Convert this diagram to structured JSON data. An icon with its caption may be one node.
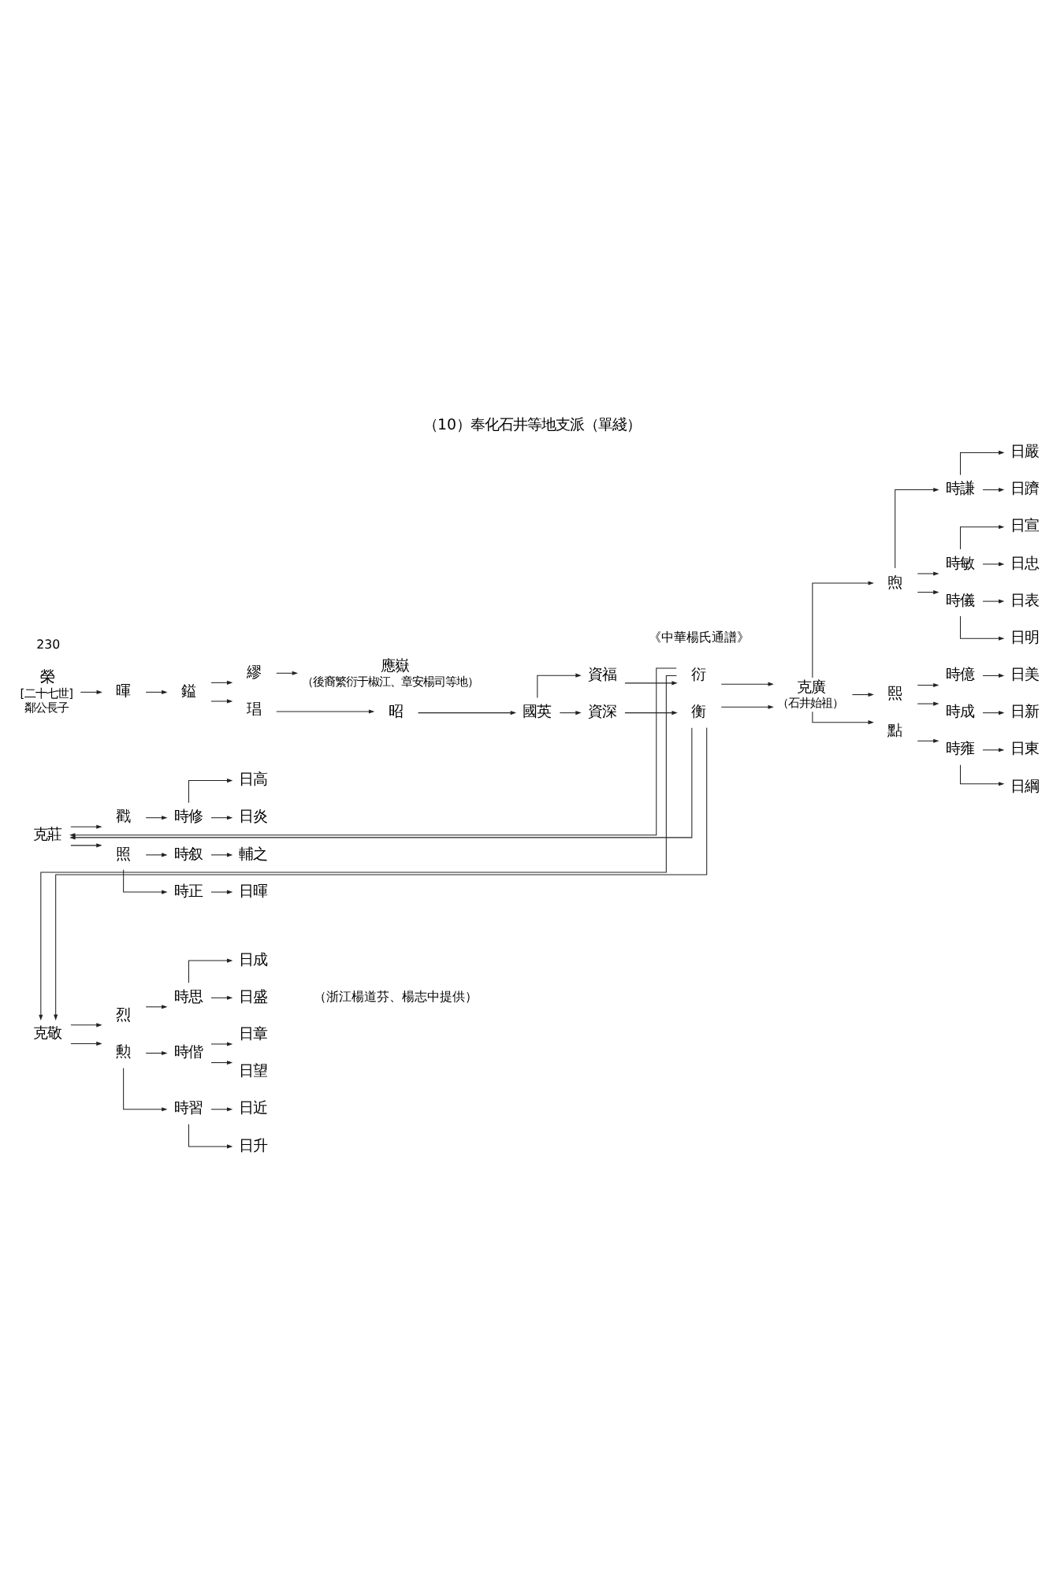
{
  "diagram": {
    "title": "（10）奉化石井等地支派（單綫）",
    "nodes": [
      {
        "text": [
          "榮"
        ],
        "beside": [
          "[二十七世]",
          "鄰公長子"
        ]
      },
      {
        "text": [
          "暉"
        ]
      },
      {
        "text": [
          "鎰"
        ]
      },
      {
        "text": [
          "繆"
        ]
      },
      {
        "text": [
          "應嶽"
        ],
        "beside": [
          "（後裔繁衍于椒江、章安楊司等地）"
        ]
      },
      {
        "text": [
          "琩"
        ]
      },
      {
        "text": [
          "昭"
        ]
      },
      {
        "text": [
          "國英"
        ]
      },
      {
        "text": [
          "資福"
        ]
      },
      {
        "text": [
          "衍"
        ]
      },
      {
        "text": [
          "資深"
        ]
      },
      {
        "text": [
          "衡"
        ]
      },
      {
        "text": [
          "克廣"
        ],
        "beside": [
          "（石井始祖）"
        ]
      },
      {
        "text": [
          "煦"
        ]
      },
      {
        "text": [
          "時謙"
        ]
      },
      {
        "text": [
          "日嚴"
        ]
      },
      {
        "text": [
          "日躋"
        ]
      },
      {
        "text": [
          "時敏"
        ]
      },
      {
        "text": [
          "日宣"
        ]
      },
      {
        "text": [
          "日忠"
        ]
      },
      {
        "text": [
          "時儀"
        ]
      },
      {
        "text": [
          "日表"
        ]
      },
      {
        "text": [
          "日明"
        ]
      },
      {
        "text": [
          "熙"
        ]
      },
      {
        "text": [
          "時億"
        ]
      },
      {
        "text": [
          "日美"
        ]
      },
      {
        "text": [
          "時成"
        ]
      },
      {
        "text": [
          "日新"
        ]
      },
      {
        "text": [
          "點"
        ]
      },
      {
        "text": [
          "時雍"
        ]
      },
      {
        "text": [
          "日東"
        ]
      },
      {
        "text": [
          "日綱"
        ]
      },
      {
        "text": [
          "克莊"
        ]
      },
      {
        "text": [
          "照"
        ]
      },
      {
        "text": [
          "時叙"
        ]
      },
      {
        "text": [
          "輔之"
        ]
      },
      {
        "text": [
          "時正"
        ]
      },
      {
        "text": [
          "日暉"
        ]
      },
      {
        "text": [
          "戳"
        ]
      },
      {
        "text": [
          "時修"
        ]
      },
      {
        "text": [
          "日高"
        ]
      },
      {
        "text": [
          "日炎"
        ]
      },
      {
        "text": [
          "克敬"
        ]
      },
      {
        "text": [
          "勲"
        ]
      },
      {
        "text": [
          "時偕"
        ]
      },
      {
        "text": [
          "日章"
        ]
      },
      {
        "text": [
          "日望"
        ]
      },
      {
        "text": [
          "時習"
        ]
      },
      {
        "text": [
          "日近"
        ]
      },
      {
        "text": [
          "日升"
        ]
      },
      {
        "text": [
          "烈"
        ]
      },
      {
        "text": [
          "時思"
        ]
      },
      {
        "text": [
          "日成"
        ]
      },
      {
        "text": [
          "日盛"
        ]
      }
    ],
    "edges": [
      {
        "from": 0,
        "to": 1,
        "arrow": "to"
      },
      {
        "from": 1,
        "to": 2,
        "arrow": "to"
      },
      {
        "from": 2,
        "to": 3,
        "arrow": "to"
      },
      {
        "from": 3,
        "to": 4,
        "arrow": "to"
      },
      {
        "from": 2,
        "to": 5,
        "arrow": "to"
      },
      {
        "from": 5,
        "to": 6,
        "arrow": "to"
      },
      {
        "from": 6,
        "to": 7,
        "arrow": "to"
      },
      {
        "from": 7,
        "to": 8,
        "arrow": "to"
      },
      {
        "from": 8,
        "to": 9,
        "arrow": "to"
      },
      {
        "from": 7,
        "to": 10,
        "arrow": "to"
      },
      {
        "from": 10,
        "to": 11,
        "arrow": "to"
      },
      {
        "from": 9,
        "to": 12,
        "arrow": "to"
      },
      {
        "from": 11,
        "to": 12,
        "arrow": "to"
      },
      {
        "from": 9,
        "to": 32,
        "arrow": "to"
      },
      {
        "from": 11,
        "to": 32,
        "arrow": "to"
      },
      {
        "from": 9,
        "to": 42,
        "arrow": "to"
      },
      {
        "from": 11,
        "to": 42,
        "arrow": "to"
      },
      {
        "from": 12,
        "to": 13,
        "arrow": "to"
      },
      {
        "from": 13,
        "to": 14,
        "arrow": "to"
      },
      {
        "from": 14,
        "to": 15,
        "arrow": "to"
      },
      {
        "from": 14,
        "to": 16,
        "arrow": "to"
      },
      {
        "from": 13,
        "to": 17,
        "arrow": "to"
      },
      {
        "from": 17,
        "to": 18,
        "arrow": "to"
      },
      {
        "from": 17,
        "to": 19,
        "arrow": "to"
      },
      {
        "from": 13,
        "to": 20,
        "arrow": "to"
      },
      {
        "from": 20,
        "to": 21,
        "arrow": "to"
      },
      {
        "from": 20,
        "to": 22,
        "arrow": "to"
      },
      {
        "from": 12,
        "to": 23,
        "arrow": "to"
      },
      {
        "from": 23,
        "to": 24,
        "arrow": "to"
      },
      {
        "from": 24,
        "to": 25,
        "arrow": "to"
      },
      {
        "from": 23,
        "to": 26,
        "arrow": "to"
      },
      {
        "from": 26,
        "to": 27,
        "arrow": "to"
      },
      {
        "from": 12,
        "to": 28,
        "arrow": "to"
      },
      {
        "from": 28,
        "to": 29,
        "arrow": "to"
      },
      {
        "from": 29,
        "to": 30,
        "arrow": "to"
      },
      {
        "from": 29,
        "to": 31,
        "arrow": "to"
      },
      {
        "from": 32,
        "to": 33,
        "arrow": "to"
      },
      {
        "from": 33,
        "to": 34,
        "arrow": "to"
      },
      {
        "from": 34,
        "to": 35,
        "arrow": "to"
      },
      {
        "from": 33,
        "to": 36,
        "arrow": "to"
      },
      {
        "from": 36,
        "to": 37,
        "arrow": "to"
      },
      {
        "from": 32,
        "to": 38,
        "arrow": "to"
      },
      {
        "from": 38,
        "to": 39,
        "arrow": "to"
      },
      {
        "from": 39,
        "to": 40,
        "arrow": "to"
      },
      {
        "from": 39,
        "to": 41,
        "arrow": "to"
      },
      {
        "from": 42,
        "to": 43,
        "arrow": "to"
      },
      {
        "from": 43,
        "to": 44,
        "arrow": "to"
      },
      {
        "from": 44,
        "to": 45,
        "arrow": "to"
      },
      {
        "from": 44,
        "to": 46,
        "arrow": "to"
      },
      {
        "from": 43,
        "to": 47,
        "arrow": "to"
      },
      {
        "from": 47,
        "to": 48,
        "arrow": "to"
      },
      {
        "from": 47,
        "to": 49,
        "arrow": "to"
      },
      {
        "from": 42,
        "to": 50,
        "arrow": "to"
      },
      {
        "from": 50,
        "to": 51,
        "arrow": "to"
      },
      {
        "from": 51,
        "to": 52,
        "arrow": "to"
      },
      {
        "from": 51,
        "to": 53,
        "arrow": "to"
      }
    ],
    "labels": [
      "230",
      "《中華楊氏通譜》",
      "（浙江楊道芬、楊志中提供）"
    ]
  }
}
